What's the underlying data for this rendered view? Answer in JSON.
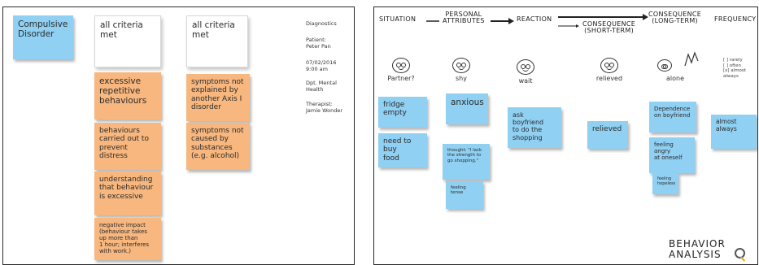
{
  "left_board": {
    "condition_note": "Compulsive\nDisorder",
    "criteria_heads": [
      "all criteria\nmet",
      "all criteria\nmet"
    ],
    "column1_notes": [
      "excessive\nrepetitive\nbehaviours",
      "behaviours\ncarried out to\nprevent\ndistress",
      "understanding\nthat behaviour\nis excessive",
      "negative impact\n(behaviour takes\nup more than\n1 hour; interferes\nwith work.)"
    ],
    "column2_notes": [
      "symptoms not\nexplained by\nanother Axis I\ndisorder",
      "symptoms not\ncaused by\nsubstances\n(e.g. alcohol)"
    ],
    "side_info": {
      "diagnostics": "Diagnostics",
      "patient": "Patient:\nPeter Pan",
      "datetime": "07/02/2016\n9:00 am",
      "location": "Dpt. Mental\nHealth",
      "therapist": "Therapist:\nJamie Wonder"
    }
  },
  "right_board": {
    "headers": {
      "situation": "SITUATION",
      "personal_attributes": "PERSONAL\nATTRIBUTES",
      "reaction": "REACTION",
      "consequence_short": "CONSEQUENCE\n(SHORT-TERM)",
      "consequence_long": "CONSEQUENCE\n(LONG-TERM)",
      "frequency": "FREQUENCY"
    },
    "face_labels": [
      "Partner?",
      "shy",
      "wait",
      "relieved",
      "alone"
    ],
    "frequency_legend": "[ ] rarely\n[ ] often\n[x] almost always",
    "notes": {
      "situation": [
        "fridge empty",
        "need to buy\nfood"
      ],
      "attributes": [
        "anxious",
        "thought: \"I lack\nthe strength to\ngo shopping.\"",
        "feeling tense"
      ],
      "reaction": [
        "ask boyfriend\nto do the\nshopping"
      ],
      "short_term": [
        "relieved"
      ],
      "long_term": [
        "Dependence\non boyfriend",
        "feeling angry\nat oneself",
        "feeling\nhopeless"
      ],
      "frequency": [
        "almost always"
      ]
    },
    "title": "BEHAVIOR\nANALYSIS"
  },
  "colors": {
    "blue_note": "#8fd0f3",
    "orange_note": "#f7b77e",
    "white_note": "#ffffff"
  }
}
